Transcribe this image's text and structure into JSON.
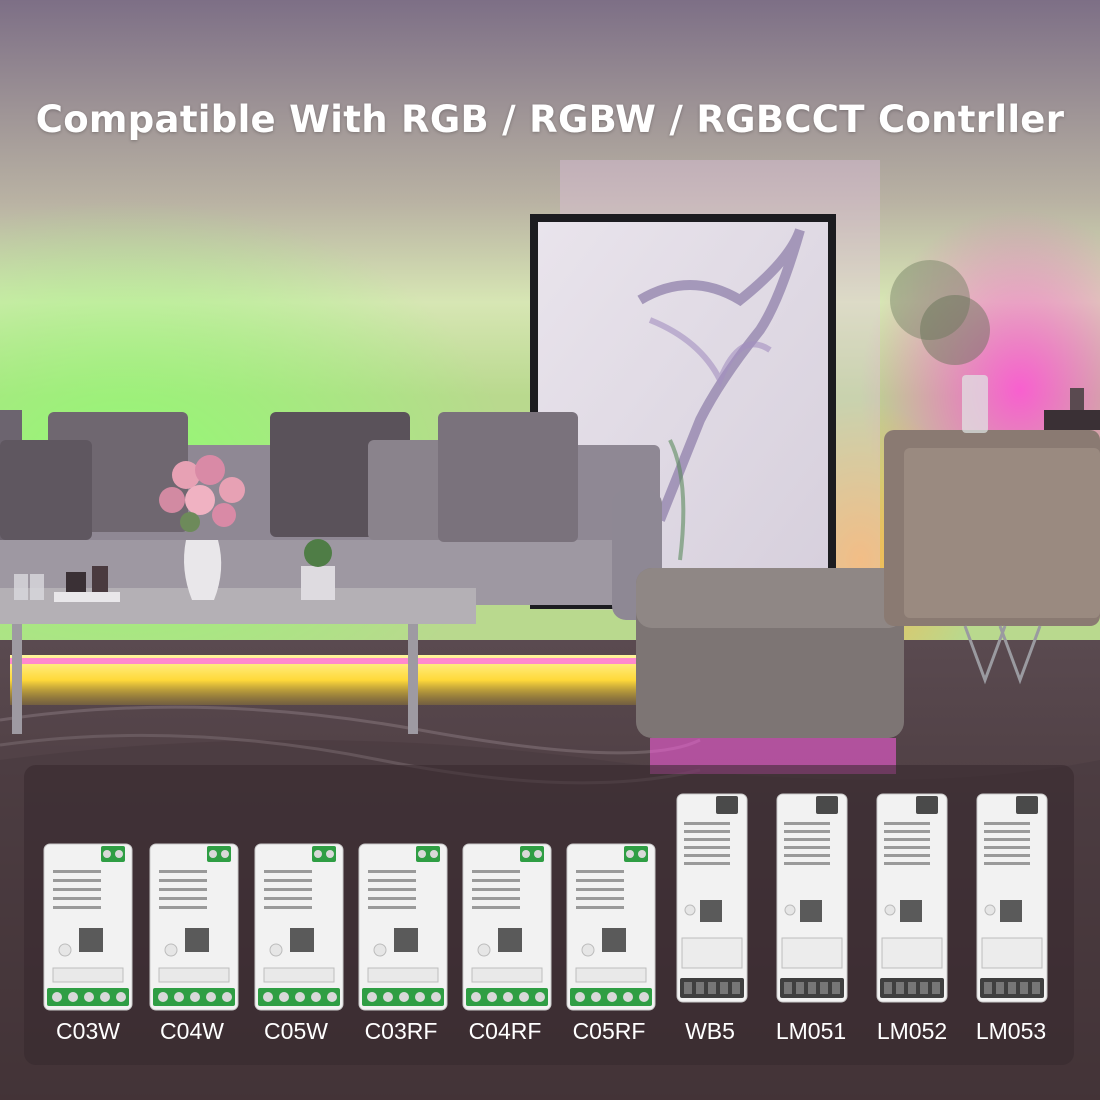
{
  "headline": "Compatible With RGB / RGBW / RGBCCT Contrller",
  "devices": [
    {
      "model": "C03W"
    },
    {
      "model": "C04W"
    },
    {
      "model": "C05W"
    },
    {
      "model": "C03RF"
    },
    {
      "model": "C04RF"
    },
    {
      "model": "C05RF"
    },
    {
      "model": "WB5"
    },
    {
      "model": "LM051"
    },
    {
      "model": "LM052"
    },
    {
      "model": "LM053"
    }
  ],
  "colors": {
    "strip_green": "#7dff7a",
    "strip_yellow": "#ffe85a",
    "strip_magenta": "#ff4fd8",
    "strip_orange": "#ffb347",
    "headline_text": "#ffffff",
    "device_body": "#f2f2f2",
    "terminal_green": "#2f9e44"
  }
}
